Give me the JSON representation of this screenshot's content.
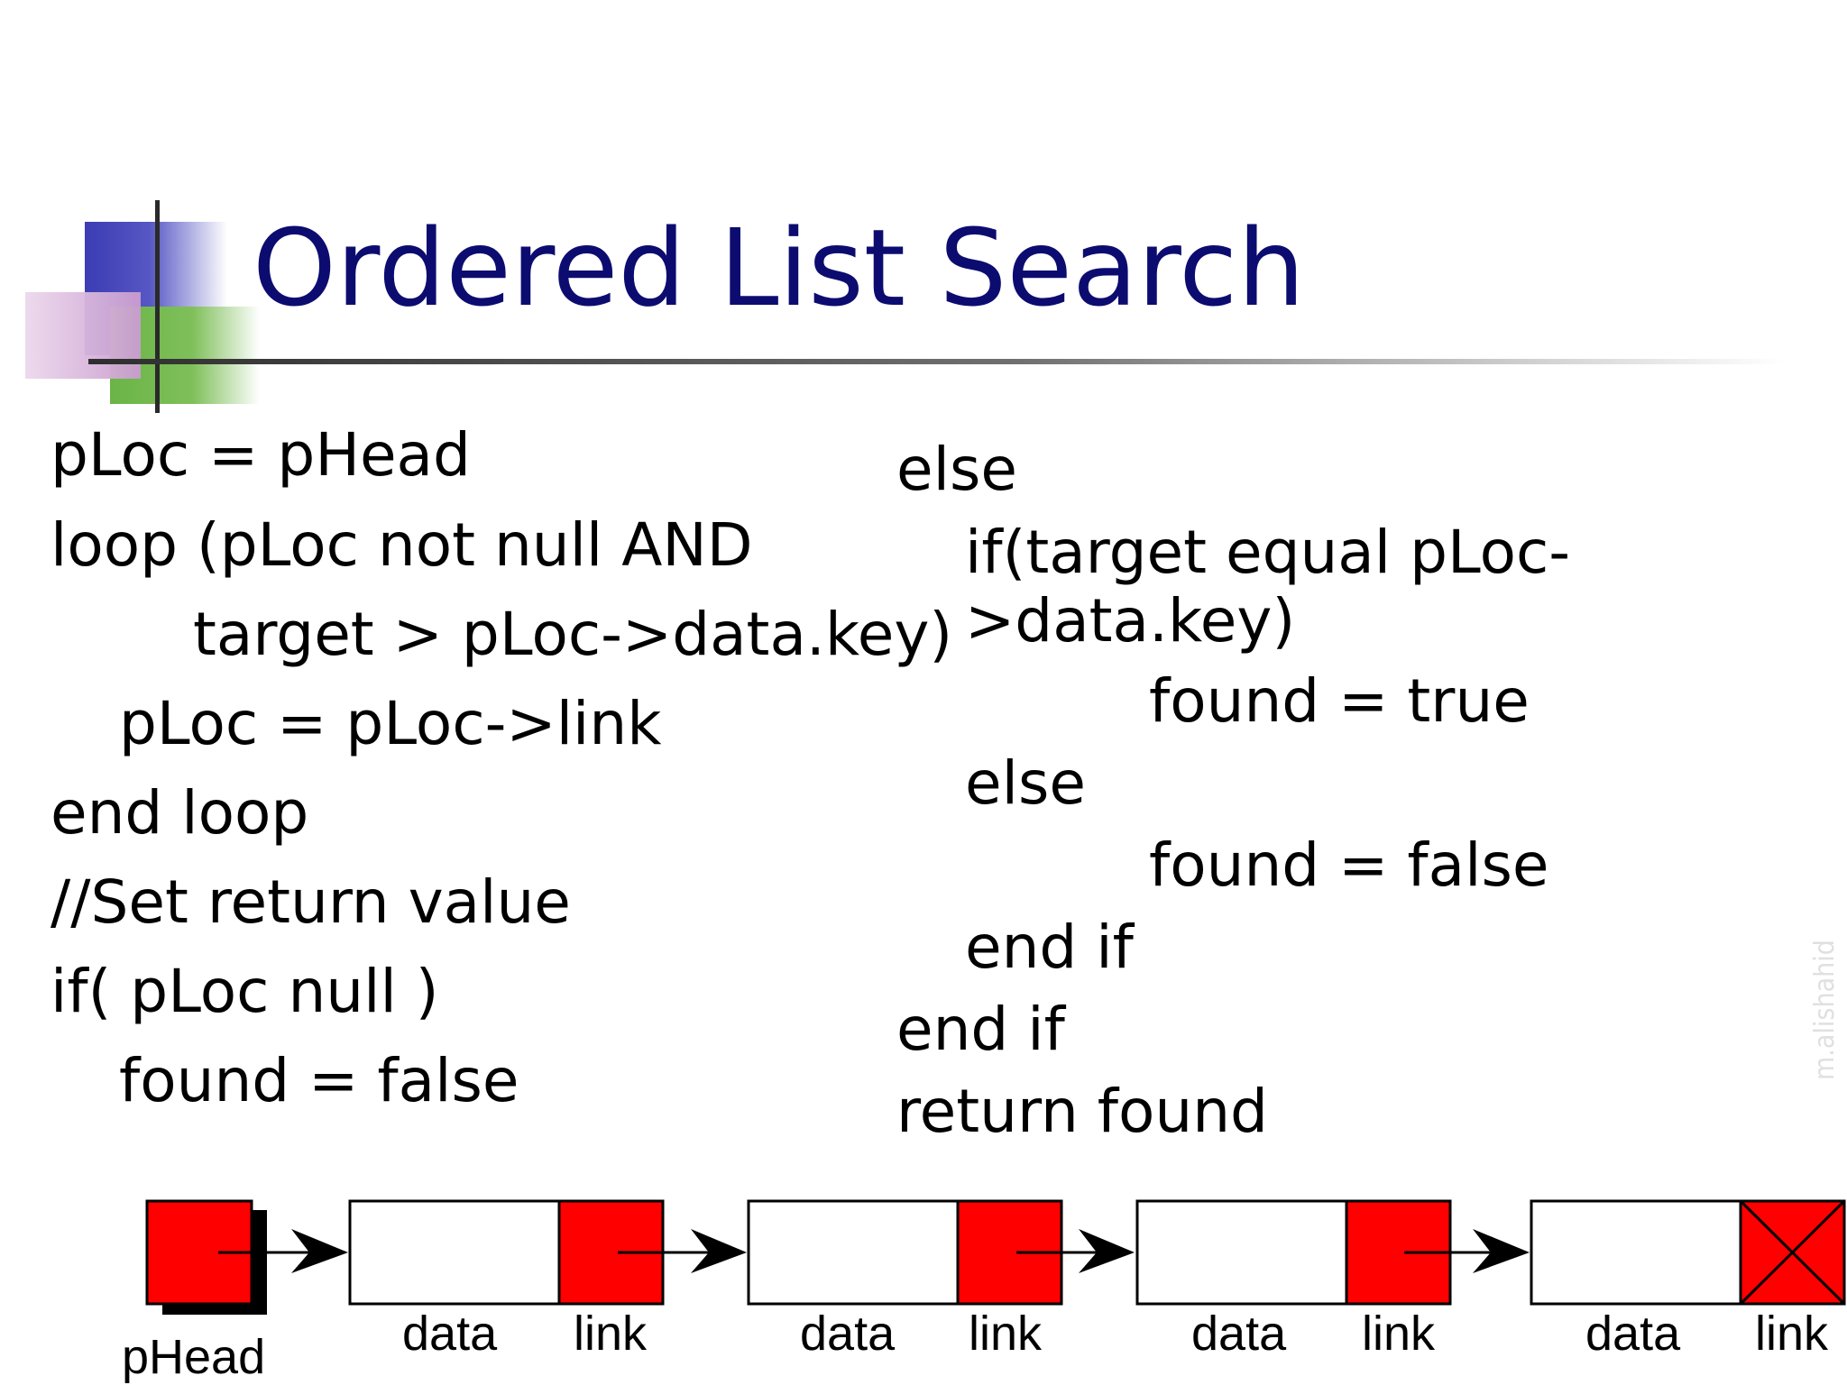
{
  "slide": {
    "title": "Ordered List Search",
    "watermark": "m.alishahid"
  },
  "code_left": [
    "pLoc = pHead",
    "loop (pLoc not null AND",
    "target > pLoc->data.key)",
    "pLoc = pLoc->link",
    "end loop",
    "//Set return value",
    "if( pLoc null )",
    "found = false"
  ],
  "code_right": [
    "else",
    "if(target equal pLoc-",
    ">data.key)",
    "found = true",
    "else",
    "found = false",
    "end if",
    "end if",
    "return found"
  ],
  "diagram": {
    "head_label": "pHead",
    "nodes": [
      {
        "data_label": "data",
        "link_label": "link"
      },
      {
        "data_label": "data",
        "link_label": "link"
      },
      {
        "data_label": "data",
        "link_label": "link"
      },
      {
        "data_label": "data",
        "link_label": "link"
      }
    ],
    "colors": {
      "pointer_fill": "#ff0000",
      "box_fill": "#ffffff",
      "shadow": "#000000"
    }
  }
}
